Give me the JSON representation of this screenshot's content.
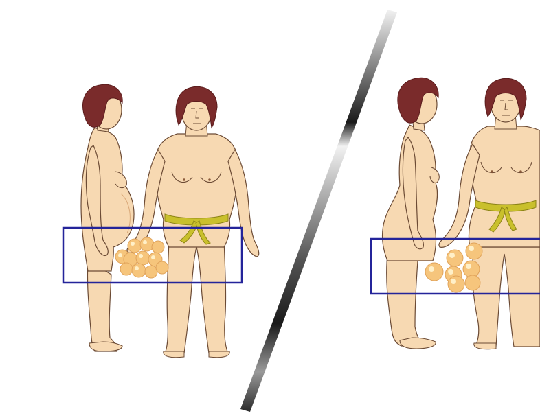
{
  "colors": {
    "background": "#ffffff",
    "skin": "#f7d9b2",
    "skin_shade": "#eec99c",
    "outline": "#6b4a34",
    "hair": "#7a2b2b",
    "hair_dark": "#5a1c1c",
    "fat_cell": "#f6c57c",
    "fat_cell_highlight": "#fff0c8",
    "fat_cell_edge": "#e0a35a",
    "tape": "#c9c02c",
    "tape_edge": "#8c8416",
    "box_stroke": "#24249a",
    "divider_dark": "#1a1a1a",
    "divider_light": "#f2f2f2"
  },
  "panels": [
    {
      "id": "android",
      "fat_location": "abdomen",
      "figures": [
        "side-view",
        "front-view"
      ],
      "icon": "fat-cells-icon"
    },
    {
      "id": "gynoid",
      "fat_location": "hips-thighs",
      "figures": [
        "side-view",
        "front-view"
      ],
      "icon": "fat-cells-icon"
    }
  ]
}
